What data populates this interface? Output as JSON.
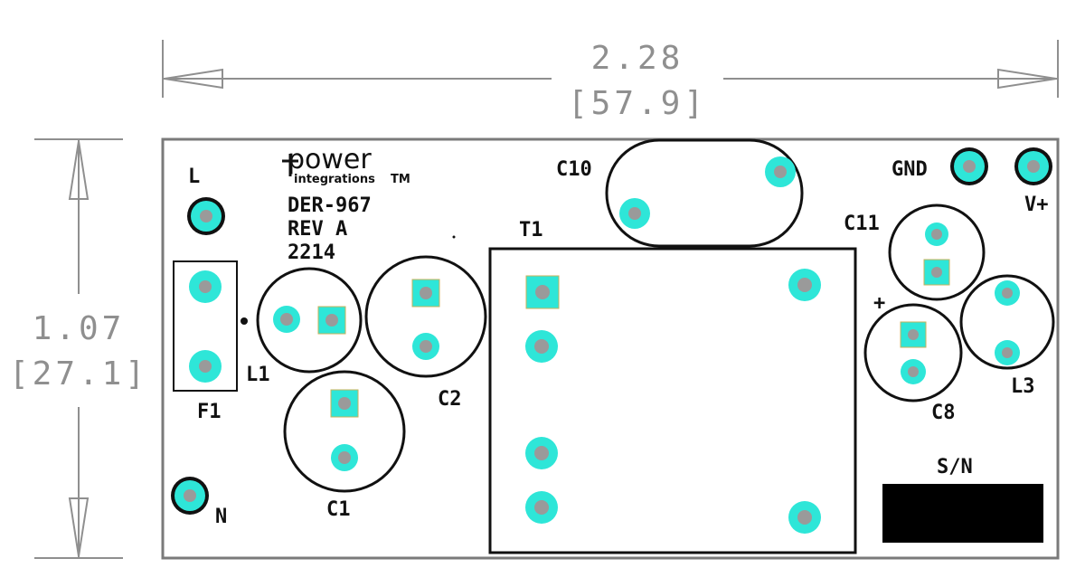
{
  "dimensions": {
    "width_in": "2.28",
    "width_mm": "[57.9]",
    "height_in": "1.07",
    "height_mm": "[27.1]"
  },
  "logo": {
    "line1": "power",
    "line2": "integrations",
    "tm": "TM"
  },
  "board": {
    "part_number": "DER-967",
    "revision": "REV A",
    "date_code": "2214",
    "serial_label": "S/N"
  },
  "labels": {
    "L": "L",
    "N": "N",
    "F1": "F1",
    "L1": "L1",
    "C1": "C1",
    "C2": "C2",
    "T1": "T1",
    "C10": "C10",
    "GND": "GND",
    "Vplus": "V+",
    "C11": "C11",
    "C8": "C8",
    "C8_polarity": "+",
    "L3": "L3"
  },
  "colors": {
    "pad_fill": "#2ee6d8",
    "pad_center": "#9a9a9a",
    "silkscreen": "#111111",
    "dimension": "#8f8f8f",
    "board_outline": "#7a7a7a",
    "serial_block": "#000000"
  }
}
